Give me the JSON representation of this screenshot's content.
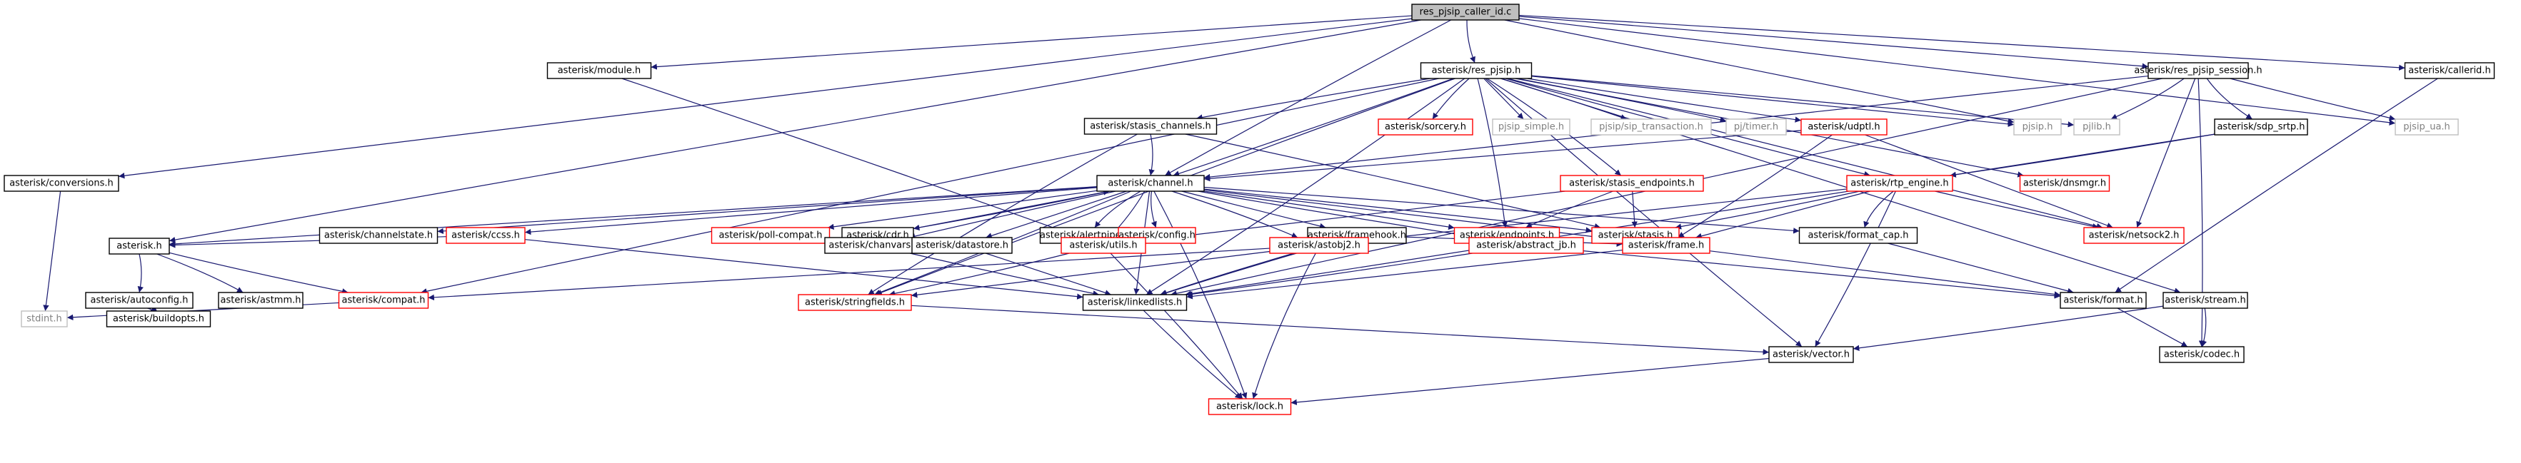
{
  "graph": {
    "colors": {
      "root_fill": "#bfbfbf",
      "node_border": "#000000",
      "missing_border": "#bfbfbf",
      "missing_text": "#808080",
      "has_more_border": "#ff0000",
      "edge": "#191970",
      "text": "#000000"
    },
    "nodes": [
      {
        "id": "root",
        "label": "res_pjsip_caller_id.c",
        "kind": "root"
      },
      {
        "id": "module",
        "label": "asterisk/module.h",
        "kind": "normal"
      },
      {
        "id": "res_pjsip",
        "label": "asterisk/res_pjsip.h",
        "kind": "normal"
      },
      {
        "id": "res_pjsip_session",
        "label": "asterisk/res_pjsip_session.h",
        "kind": "normal"
      },
      {
        "id": "callerid",
        "label": "asterisk/callerid.h",
        "kind": "normal"
      },
      {
        "id": "conversions",
        "label": "asterisk/conversions.h",
        "kind": "normal"
      },
      {
        "id": "stasis_channels",
        "label": "asterisk/stasis_channels.h",
        "kind": "normal"
      },
      {
        "id": "sorcery",
        "label": "asterisk/sorcery.h",
        "kind": "has_more"
      },
      {
        "id": "pjsip_simple",
        "label": "pjsip_simple.h",
        "kind": "missing"
      },
      {
        "id": "pjsip_sip_transaction",
        "label": "pjsip/sip_transaction.h",
        "kind": "missing"
      },
      {
        "id": "pjtimer",
        "label": "pj/timer.h",
        "kind": "missing"
      },
      {
        "id": "udptl",
        "label": "asterisk/udptl.h",
        "kind": "has_more"
      },
      {
        "id": "pjsip",
        "label": "pjsip.h",
        "kind": "missing"
      },
      {
        "id": "pjlib",
        "label": "pjlib.h",
        "kind": "missing"
      },
      {
        "id": "sdp_srtp",
        "label": "asterisk/sdp_srtp.h",
        "kind": "normal"
      },
      {
        "id": "pjsip_ua",
        "label": "pjsip_ua.h",
        "kind": "missing"
      },
      {
        "id": "channel",
        "label": "asterisk/channel.h",
        "kind": "normal"
      },
      {
        "id": "stasis_endpoints",
        "label": "asterisk/stasis_endpoints.h",
        "kind": "has_more"
      },
      {
        "id": "rtp_engine",
        "label": "asterisk/rtp_engine.h",
        "kind": "has_more"
      },
      {
        "id": "dnsmgr",
        "label": "asterisk/dnsmgr.h",
        "kind": "has_more"
      },
      {
        "id": "channelstate",
        "label": "asterisk/channelstate.h",
        "kind": "normal"
      },
      {
        "id": "ccss",
        "label": "asterisk/ccss.h",
        "kind": "has_more"
      },
      {
        "id": "poll_compat",
        "label": "asterisk/poll-compat.h",
        "kind": "has_more"
      },
      {
        "id": "cdr",
        "label": "asterisk/cdr.h",
        "kind": "normal"
      },
      {
        "id": "alertpipe",
        "label": "asterisk/alertpipe.h",
        "kind": "normal"
      },
      {
        "id": "config",
        "label": "asterisk/config.h",
        "kind": "has_more"
      },
      {
        "id": "framehook",
        "label": "asterisk/framehook.h",
        "kind": "normal"
      },
      {
        "id": "endpoints",
        "label": "asterisk/endpoints.h",
        "kind": "has_more"
      },
      {
        "id": "stasis",
        "label": "asterisk/stasis.h",
        "kind": "has_more"
      },
      {
        "id": "format_cap",
        "label": "asterisk/format_cap.h",
        "kind": "normal"
      },
      {
        "id": "netsock2",
        "label": "asterisk/netsock2.h",
        "kind": "has_more"
      },
      {
        "id": "asterisk_h",
        "label": "asterisk.h",
        "kind": "normal"
      },
      {
        "id": "chanvars",
        "label": "asterisk/chanvars.h",
        "kind": "normal"
      },
      {
        "id": "datastore",
        "label": "asterisk/datastore.h",
        "kind": "normal"
      },
      {
        "id": "utils",
        "label": "asterisk/utils.h",
        "kind": "has_more"
      },
      {
        "id": "astobj2",
        "label": "asterisk/astobj2.h",
        "kind": "has_more"
      },
      {
        "id": "abstract_jb",
        "label": "asterisk/abstract_jb.h",
        "kind": "has_more"
      },
      {
        "id": "frame",
        "label": "asterisk/frame.h",
        "kind": "has_more"
      },
      {
        "id": "autoconfig",
        "label": "asterisk/autoconfig.h",
        "kind": "normal"
      },
      {
        "id": "astmm",
        "label": "asterisk/astmm.h",
        "kind": "normal"
      },
      {
        "id": "compat",
        "label": "asterisk/compat.h",
        "kind": "has_more"
      },
      {
        "id": "stringfields",
        "label": "asterisk/stringfields.h",
        "kind": "has_more"
      },
      {
        "id": "linkedlists",
        "label": "asterisk/linkedlists.h",
        "kind": "normal"
      },
      {
        "id": "format",
        "label": "asterisk/format.h",
        "kind": "normal"
      },
      {
        "id": "stream",
        "label": "asterisk/stream.h",
        "kind": "normal"
      },
      {
        "id": "stdint",
        "label": "stdint.h",
        "kind": "missing"
      },
      {
        "id": "buildopts",
        "label": "asterisk/buildopts.h",
        "kind": "normal"
      },
      {
        "id": "vector",
        "label": "asterisk/vector.h",
        "kind": "normal"
      },
      {
        "id": "codec",
        "label": "asterisk/codec.h",
        "kind": "normal"
      },
      {
        "id": "lock",
        "label": "asterisk/lock.h",
        "kind": "has_more"
      }
    ],
    "edges": [
      [
        "root",
        "module"
      ],
      [
        "root",
        "res_pjsip"
      ],
      [
        "root",
        "res_pjsip_session"
      ],
      [
        "root",
        "callerid"
      ],
      [
        "root",
        "conversions"
      ],
      [
        "root",
        "asterisk_h"
      ],
      [
        "root",
        "channel"
      ],
      [
        "root",
        "pjsip"
      ],
      [
        "root",
        "pjsip_ua"
      ],
      [
        "module",
        "utils"
      ],
      [
        "res_pjsip",
        "stasis_channels"
      ],
      [
        "res_pjsip",
        "sorcery"
      ],
      [
        "res_pjsip",
        "pjsip_simple"
      ],
      [
        "res_pjsip",
        "pjsip_sip_transaction"
      ],
      [
        "res_pjsip",
        "pjtimer"
      ],
      [
        "res_pjsip",
        "udptl"
      ],
      [
        "res_pjsip",
        "pjsip"
      ],
      [
        "res_pjsip",
        "pjlib"
      ],
      [
        "res_pjsip",
        "channel"
      ],
      [
        "res_pjsip",
        "stasis_endpoints"
      ],
      [
        "res_pjsip",
        "rtp_engine"
      ],
      [
        "res_pjsip",
        "dnsmgr"
      ],
      [
        "res_pjsip",
        "netsock2"
      ],
      [
        "res_pjsip",
        "endpoints"
      ],
      [
        "res_pjsip",
        "linkedlists"
      ],
      [
        "res_pjsip",
        "stringfields"
      ],
      [
        "res_pjsip",
        "vector"
      ],
      [
        "res_pjsip",
        "stream"
      ],
      [
        "res_pjsip",
        "compat"
      ],
      [
        "res_pjsip_session",
        "pjlib"
      ],
      [
        "res_pjsip_session",
        "sdp_srtp"
      ],
      [
        "res_pjsip_session",
        "pjsip_ua"
      ],
      [
        "res_pjsip_session",
        "netsock2"
      ],
      [
        "res_pjsip_session",
        "codec"
      ],
      [
        "res_pjsip_session",
        "channel"
      ],
      [
        "res_pjsip_session",
        "linkedlists"
      ],
      [
        "callerid",
        "format"
      ],
      [
        "conversions",
        "stdint"
      ],
      [
        "stasis_channels",
        "channel"
      ],
      [
        "stasis_channels",
        "stasis"
      ],
      [
        "stasis_channels",
        "stringfields"
      ],
      [
        "udptl",
        "channel"
      ],
      [
        "udptl",
        "netsock2"
      ],
      [
        "udptl",
        "frame"
      ],
      [
        "sdp_srtp",
        "rtp_engine"
      ],
      [
        "sdp_srtp",
        "linkedlists"
      ],
      [
        "channel",
        "channelstate"
      ],
      [
        "channel",
        "ccss"
      ],
      [
        "channel",
        "poll_compat"
      ],
      [
        "channel",
        "cdr"
      ],
      [
        "channel",
        "alertpipe"
      ],
      [
        "channel",
        "config"
      ],
      [
        "channel",
        "framehook"
      ],
      [
        "channel",
        "endpoints"
      ],
      [
        "channel",
        "stasis"
      ],
      [
        "channel",
        "format_cap"
      ],
      [
        "channel",
        "chanvars"
      ],
      [
        "channel",
        "datastore"
      ],
      [
        "channel",
        "utils"
      ],
      [
        "channel",
        "astobj2"
      ],
      [
        "channel",
        "abstract_jb"
      ],
      [
        "channel",
        "frame"
      ],
      [
        "channel",
        "linkedlists"
      ],
      [
        "channel",
        "stringfields"
      ],
      [
        "channel",
        "lock"
      ],
      [
        "channel",
        "asterisk_h"
      ],
      [
        "stasis_endpoints",
        "endpoints"
      ],
      [
        "stasis_endpoints",
        "stasis"
      ],
      [
        "stasis_endpoints",
        "utils"
      ],
      [
        "rtp_engine",
        "stasis"
      ],
      [
        "rtp_engine",
        "format_cap"
      ],
      [
        "rtp_engine",
        "netsock2"
      ],
      [
        "rtp_engine",
        "frame"
      ],
      [
        "rtp_engine",
        "vector"
      ],
      [
        "rtp_engine",
        "astobj2"
      ],
      [
        "ccss",
        "asterisk_h"
      ],
      [
        "ccss",
        "linkedlists"
      ],
      [
        "cdr",
        "channel"
      ],
      [
        "alertpipe",
        "utils"
      ],
      [
        "config",
        "utils"
      ],
      [
        "framehook",
        "frame"
      ],
      [
        "framehook",
        "linkedlists"
      ],
      [
        "format_cap",
        "format"
      ],
      [
        "asterisk_h",
        "autoconfig"
      ],
      [
        "asterisk_h",
        "astmm"
      ],
      [
        "asterisk_h",
        "compat"
      ],
      [
        "chanvars",
        "linkedlists"
      ],
      [
        "datastore",
        "linkedlists"
      ],
      [
        "utils",
        "lock"
      ],
      [
        "utils",
        "stringfields"
      ],
      [
        "astobj2",
        "lock"
      ],
      [
        "astobj2",
        "linkedlists"
      ],
      [
        "astobj2",
        "compat"
      ],
      [
        "astobj2",
        "stringfields"
      ],
      [
        "abstract_jb",
        "linkedlists"
      ],
      [
        "abstract_jb",
        "format"
      ],
      [
        "frame",
        "format"
      ],
      [
        "frame",
        "linkedlists"
      ],
      [
        "autoconfig",
        "buildopts"
      ],
      [
        "compat",
        "stdint"
      ],
      [
        "stringfields",
        "vector"
      ],
      [
        "linkedlists",
        "lock"
      ],
      [
        "format",
        "codec"
      ],
      [
        "stream",
        "codec"
      ],
      [
        "stream",
        "vector"
      ],
      [
        "vector",
        "lock"
      ]
    ]
  }
}
